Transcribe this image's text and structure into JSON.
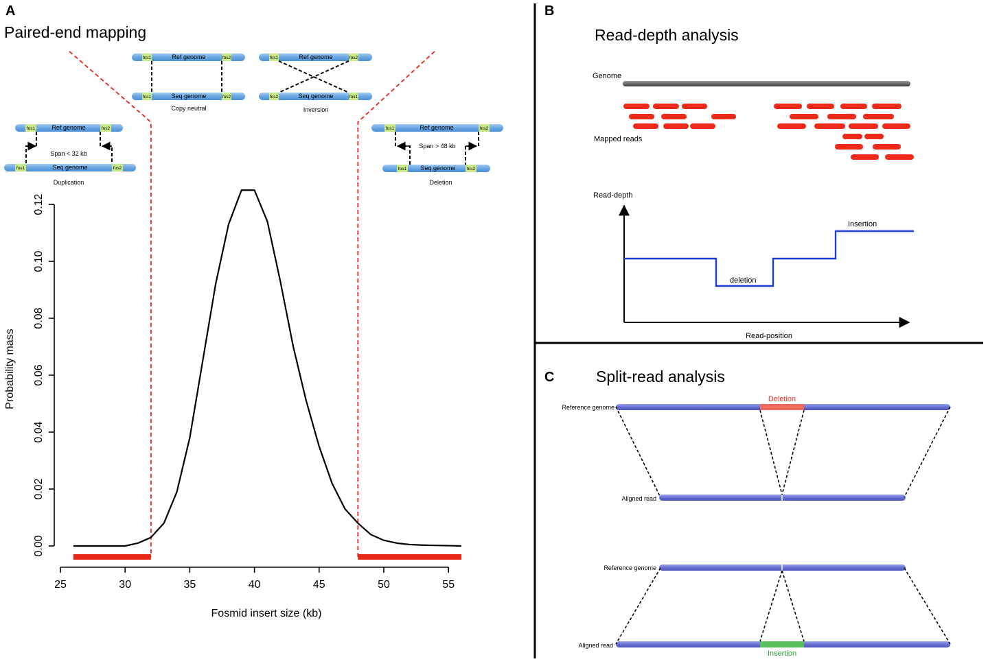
{
  "panelA": {
    "letter": "A",
    "title": "Paired-end mapping",
    "diagrams": {
      "copy_neutral": {
        "ref": "Ref genome",
        "seq": "Seq genome",
        "caption": "Copy neutral",
        "fos1": "fos1",
        "fos2": "fos2"
      },
      "inversion": {
        "ref": "Ref genome",
        "seq": "Seq genome",
        "caption": "Inversion",
        "fos1": "fos1",
        "fos2": "fos2"
      },
      "duplication": {
        "ref": "Ref genome",
        "seq": "Seq genome",
        "caption": "Duplication",
        "span": "Span < 32 kb",
        "fos1": "fos1",
        "fos2": "fos2"
      },
      "deletion": {
        "ref": "Ref genome",
        "seq": "Seq genome",
        "caption": "Deletion",
        "span": "Span > 48 kb",
        "fos1": "fos1",
        "fos2": "fos2"
      }
    },
    "chart_data": {
      "type": "line",
      "xlabel": "Fosmid insert size (kb)",
      "ylabel": "Probability mass",
      "xlim": [
        25,
        56
      ],
      "ylim": [
        0,
        0.125
      ],
      "xticks": [
        "25",
        "30",
        "35",
        "40",
        "45",
        "50",
        "55"
      ],
      "yticks": [
        "0.00",
        "0.02",
        "0.04",
        "0.06",
        "0.08",
        "0.10",
        "0.12"
      ],
      "x": [
        26,
        27,
        28,
        29,
        30,
        31,
        32,
        33,
        34,
        35,
        36,
        37,
        38,
        39,
        40,
        41,
        42,
        43,
        44,
        45,
        46,
        47,
        48,
        49,
        50,
        51,
        52,
        53,
        54,
        55,
        56
      ],
      "y": [
        0,
        0,
        0,
        0,
        0,
        0.001,
        0.003,
        0.008,
        0.019,
        0.038,
        0.065,
        0.092,
        0.113,
        0.125,
        0.125,
        0.114,
        0.093,
        0.07,
        0.051,
        0.035,
        0.022,
        0.013,
        0.008,
        0.004,
        0.002,
        0.001,
        0.0005,
        0.0003,
        0.0002,
        0.0001,
        0
      ],
      "cutoffs": [
        32,
        48
      ],
      "accent_color": "#e8271a"
    }
  },
  "panelB": {
    "letter": "B",
    "title": "Read-depth analysis",
    "genome_label": "Genome",
    "mapped_reads_label": "Mapped reads",
    "read_depth_label": "Read-depth",
    "read_position_label": "Read-position",
    "deletion_label": "deletion",
    "insertion_label": "Insertion",
    "read_color": "#ee2a1b",
    "depth_line_color": "#1a3cd6"
  },
  "panelC": {
    "letter": "C",
    "title": "Split-read analysis",
    "deletion_case": {
      "reference_label": "Reference genome",
      "aligned_label": "Aligned read",
      "event_label": "Deletion",
      "event_color": "#e8312a"
    },
    "insertion_case": {
      "reference_label": "Reference genome",
      "aligned_label": "Aligned read",
      "event_label": "Insertion",
      "event_color": "#2f9a35"
    },
    "bar_color": "#6b74d4"
  }
}
